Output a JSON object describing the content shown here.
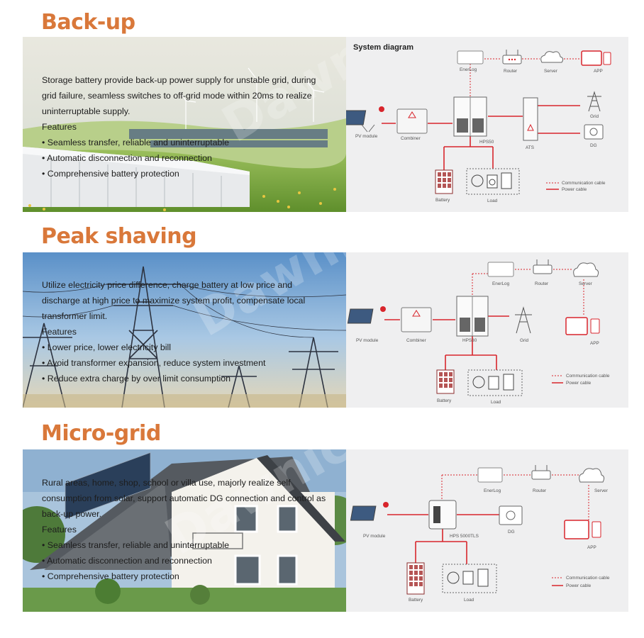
{
  "sections": [
    {
      "title": "Back-up",
      "description": "Storage battery provide back-up power supply for unstable grid, during grid failure, seamless switches to off-grid mode within 20ms to realize uninterruptable supply.",
      "features_heading": "Features",
      "features": [
        "• Seamless transfer, reliable and uninterruptable",
        "• Automatic disconnection and reconnection",
        "• Comprehensive battery protection"
      ],
      "diagram": {
        "title": "System diagram",
        "labels": {
          "enerlog": "EnerLog",
          "router": "Router",
          "server": "Server",
          "app": "APP",
          "pv": "PV module",
          "combiner": "Combiner",
          "hps": "HPS50",
          "ats": "ATS",
          "grid": "Grid",
          "dg": "DG",
          "battery": "Battery",
          "load": "Load",
          "comm": "Communication cable",
          "power": "Power cable"
        }
      }
    },
    {
      "title": "Peak shaving",
      "description": "Utilize electricity price difference, charge battery at low price and discharge at high price to maximize system profit, compensate local transformer limit.",
      "features_heading": "Features",
      "features": [
        "• Lower price, lower electricity bill",
        "• Avoid transformer expansion, reduce system investment",
        "• Reduce extra charge by over limit consumption"
      ],
      "diagram": {
        "labels": {
          "enerlog": "EnerLog",
          "router": "Router",
          "server": "Server",
          "app": "APP",
          "pv": "PV module",
          "combiner": "Combiner",
          "hps": "HPS30",
          "grid": "Grid",
          "battery": "Battery",
          "load": "Load",
          "comm": "Communication cable",
          "power": "Power cable"
        }
      }
    },
    {
      "title": "Micro-grid",
      "description": "Rural areas, home, shop, school or villa use, majorly realize self consumption from solar, support automatic DG connection and control as back-up power.",
      "features_heading": "Features",
      "features": [
        "• Seamless transfer, reliable and uninterruptable",
        "• Automatic disconnection and reconnection",
        "• Comprehensive battery protection"
      ],
      "diagram": {
        "labels": {
          "enerlog": "EnerLog",
          "router": "Router",
          "server": "Server",
          "app": "APP",
          "pv": "PV module",
          "dg": "DG",
          "hps": "HPS 5000TLS",
          "battery": "Battery",
          "load": "Load",
          "comm": "Communication cable",
          "power": "Power cable"
        }
      }
    }
  ],
  "colors": {
    "title": "#d9783a",
    "power_cable": "#d8252c",
    "communication_cable": "#d8252c",
    "diagram_bg": "#efeff0"
  }
}
